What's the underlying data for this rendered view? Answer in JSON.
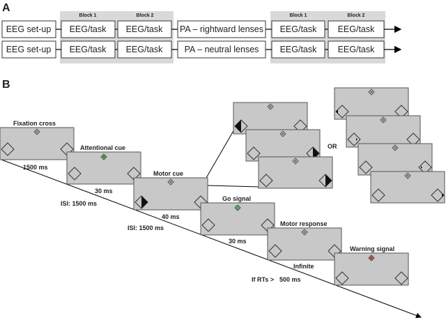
{
  "panel_a": {
    "label": "A",
    "block_headers": [
      "Block 1",
      "Block 2",
      "Block 1",
      "Block 2"
    ],
    "rows": [
      [
        "EEG set-up",
        "EEG/task",
        "EEG/task",
        "PA – rightward lenses",
        "EEG/task",
        "EEG/task"
      ],
      [
        "EEG set-up",
        "EEG/task",
        "EEG/task",
        "PA – neutral lenses",
        "EEG/task",
        "EEG/task"
      ]
    ]
  },
  "panel_b": {
    "label": "B",
    "labels": {
      "fixation": "Fixation cross",
      "t_1500": "1500 ms",
      "attentional": "Attentional cue",
      "t_30a": "30 ms",
      "isi1": "ISI: 1500 ms",
      "motor_cue": "Motor cue",
      "t_40": "40 ms",
      "isi2": "ISI: 1500 ms",
      "go": "Go signal",
      "t_30b": "30 ms",
      "motor_resp": "Motor response",
      "infinite": "Infinite",
      "warning": "Warning signal",
      "if_rts": "If RTs >",
      "t_500": "500 ms",
      "or": "OR"
    }
  },
  "colors": {
    "screen_fill": "#c8c8c8",
    "attentional_cue": "#6fbf73",
    "go_signal": "#6fbf73",
    "warning_signal": "#e26a6a"
  }
}
